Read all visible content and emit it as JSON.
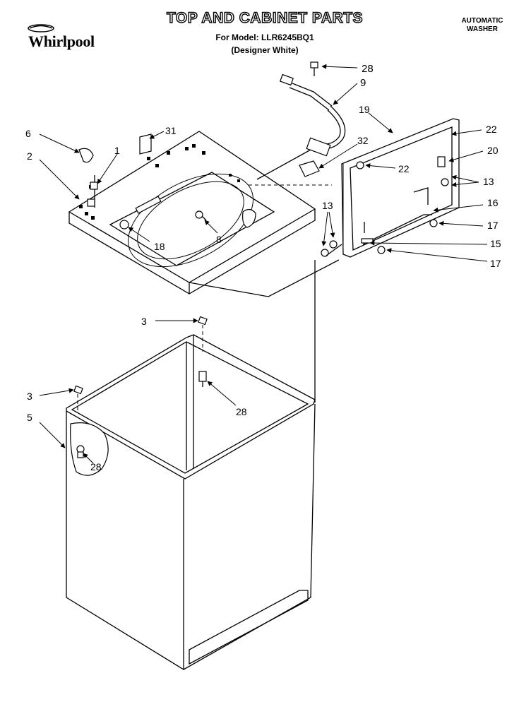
{
  "header": {
    "title": "TOP AND CABINET PARTS",
    "model_line": "For Model: LLR6245BQ1",
    "variant_line": "(Designer White)",
    "product_line1": "AUTOMATIC",
    "product_line2": "WASHER",
    "brand": "Whirlpool",
    "brand_icon": "whirlpool-swirl-logo"
  },
  "callouts": {
    "c1": "1",
    "c2": "2",
    "c3a": "3",
    "c3b": "3",
    "c5": "5",
    "c6": "6",
    "c8": "8",
    "c9": "9",
    "c13a": "13",
    "c13b": "13",
    "c15": "15",
    "c16": "16",
    "c17a": "17",
    "c17b": "17",
    "c18": "18",
    "c19": "19",
    "c20": "20",
    "c22a": "22",
    "c22b": "22",
    "c28a": "28",
    "c28b": "28",
    "c28c": "28",
    "c31": "31",
    "c32": "32"
  }
}
